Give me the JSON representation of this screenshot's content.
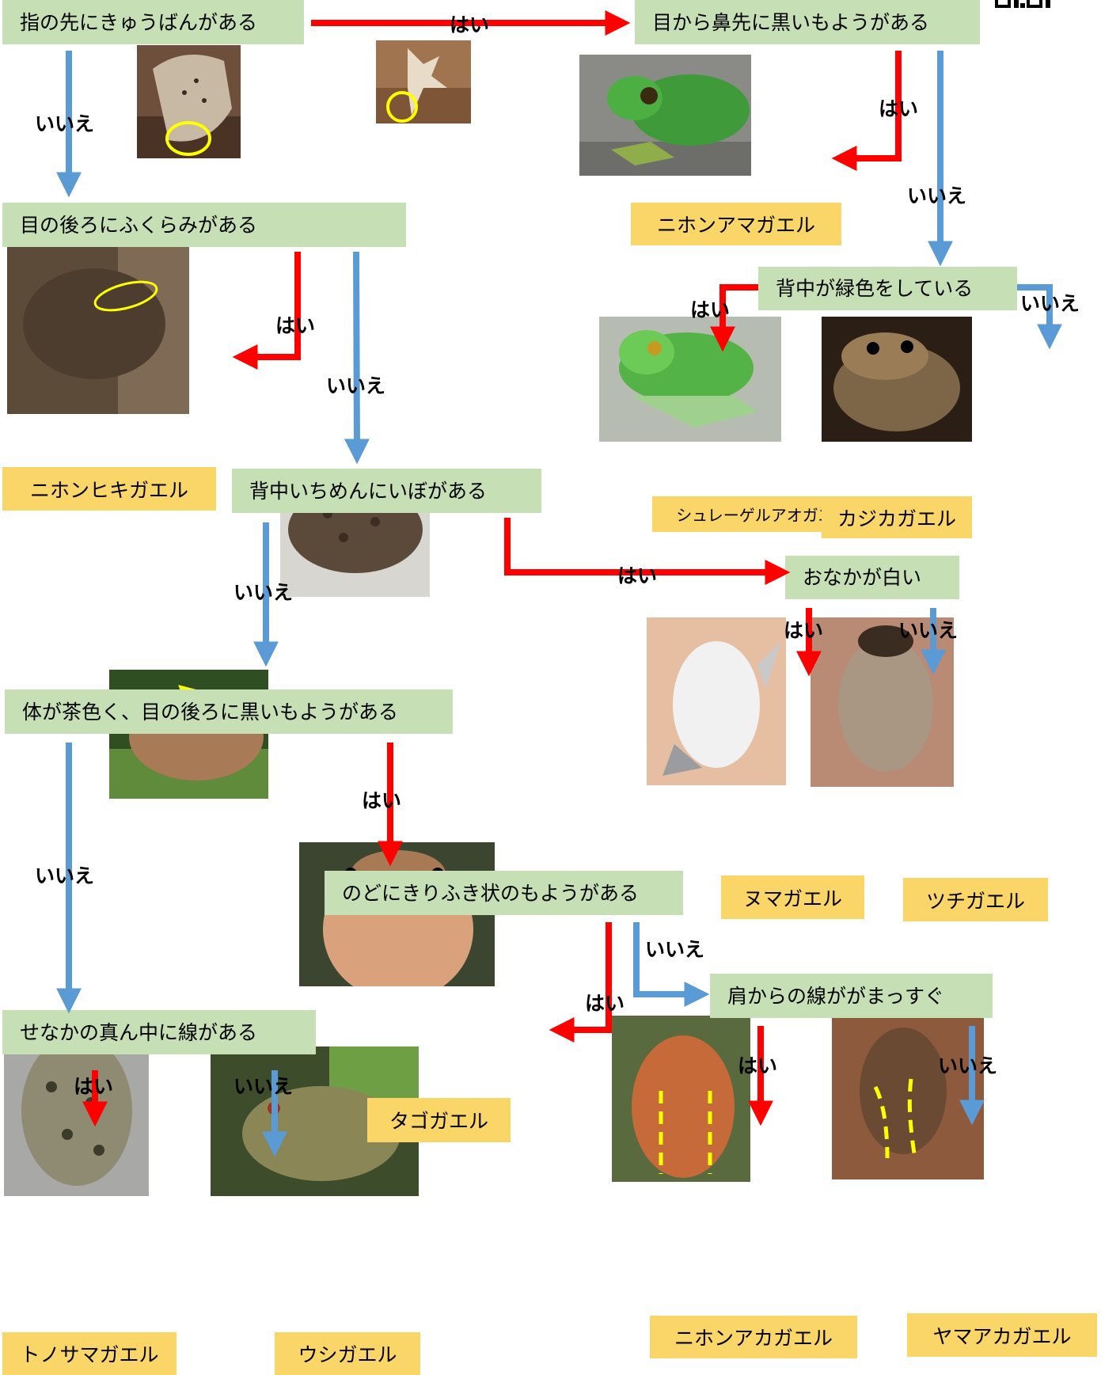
{
  "colors": {
    "yes_arrow": "#ff0000",
    "no_arrow": "#5b9bd5",
    "question_box": "#c6dfb4",
    "answer_box": "#fad568"
  },
  "labels": {
    "yes": "はい",
    "no": "いいえ"
  },
  "questions": {
    "q1": "指の先にきゅうばんがある",
    "q2": "目から鼻先に黒いもようがある",
    "q3": "目の後ろにふくらみがある",
    "q4": "背中が緑色をしている",
    "q5": "背中いちめんにいぼがある",
    "q6": "おなかが白い",
    "q7": "体が茶色く、目の後ろに黒いもようがある",
    "q8": "のどにきりふき状のもようがある",
    "q9": "肩からの線ががまっすぐ",
    "q10": "せなかの真ん中に線がある"
  },
  "species": {
    "nihon_amagaeru": "ニホンアマガエル",
    "nihon_hikigaeru": "ニホンヒキガエル",
    "schlegel": "シュレーゲルアオガエル",
    "kajika": "カジカガエル",
    "numagaeru": "ヌマガエル",
    "tsuchigaeru": "ツチガエル",
    "tagogaeru": "タゴガエル",
    "nihon_akagaeru": "ニホンアカガエル",
    "yama_akagaeru": "ヤマアカガエル",
    "tonosama": "トノサマガエル",
    "ushigaeru": "ウシガエル"
  },
  "icons": {
    "qr_code": "qr-code-icon",
    "highlight_circle": "yellow-circle-icon",
    "highlight_arrow": "yellow-arrow-icon",
    "dashed_lines": "yellow-dashed-line-icon"
  }
}
